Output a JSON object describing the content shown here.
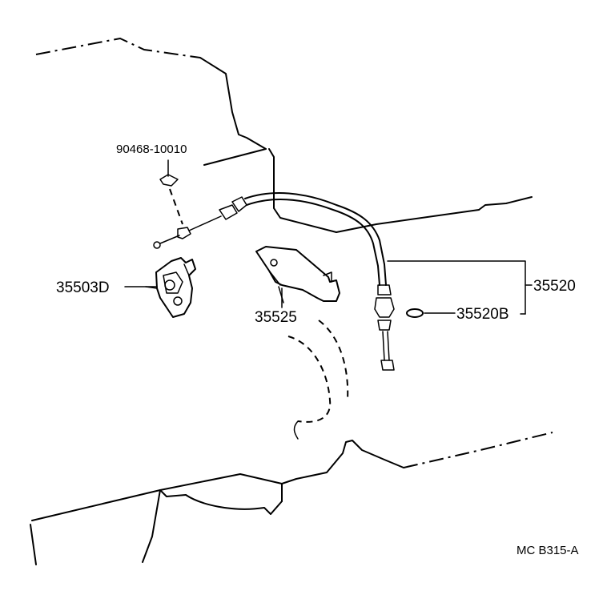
{
  "labels": {
    "clip": "90468-10010",
    "bracket_lever": "35503D",
    "bracket": "35525",
    "cable_assembly": "35520",
    "o_ring": "35520B",
    "figure_code": "MC B315-A"
  },
  "colors": {
    "line": "#000000",
    "background": "#ffffff"
  }
}
